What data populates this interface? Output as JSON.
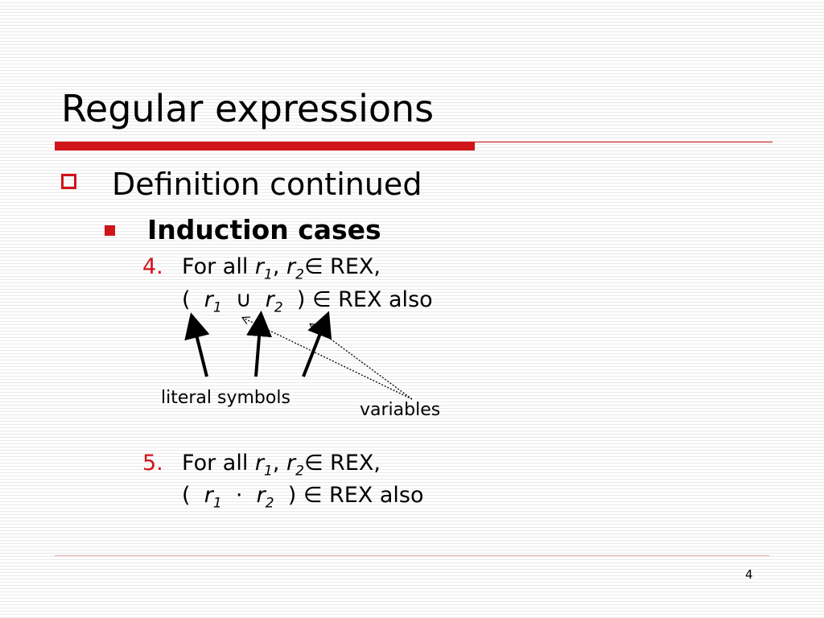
{
  "slide": {
    "title": "Regular expressions",
    "bullet": "Definition continued",
    "sub_bullet": "Induction cases",
    "cases": [
      {
        "number": "4.",
        "line1": {
          "prefix": "For all ",
          "v1": "r",
          "s1": "1",
          "sep": ", ",
          "v2": "r",
          "s2": "2",
          "suffix": "∈ REX,"
        },
        "line2": {
          "open": "(",
          "v1": "r",
          "s1": "1",
          "op": "∪",
          "v2": "r",
          "s2": "2",
          "close": ")",
          "suffix": "∈ REX also"
        }
      },
      {
        "number": "5.",
        "line1": {
          "prefix": "For all ",
          "v1": "r",
          "s1": "1",
          "sep": ", ",
          "v2": "r",
          "s2": "2",
          "suffix": "∈ REX,"
        },
        "line2": {
          "open": "(",
          "v1": "r",
          "s1": "1",
          "op": "·",
          "v2": "r",
          "s2": "2",
          "close": ")",
          "suffix": "∈ REX also"
        }
      }
    ],
    "annotations": {
      "literal": "literal symbols",
      "variables": "variables"
    },
    "page_number": "4"
  },
  "colors": {
    "accent": "#d0141a",
    "text": "#000000"
  }
}
